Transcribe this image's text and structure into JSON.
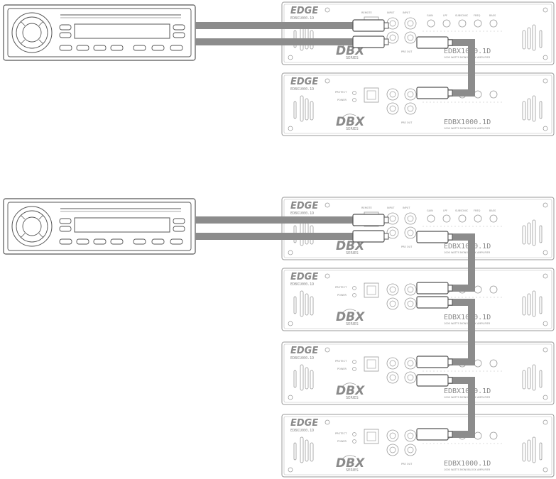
{
  "colors": {
    "cable": "#8c8c8c",
    "outline": "#555555",
    "amp_outline": "#9a9a9a",
    "amp_text": "#8a8a8a",
    "background": "#ffffff"
  },
  "amplifier": {
    "brand": "EDGE",
    "model_small": "EDBX1000.1D",
    "series_logo": "DBX",
    "series_word": "SERIES",
    "model_large": "EDBX1000.1D",
    "tagline": "1000 WATTS MONOBLOCK AMPLIFIER",
    "remote_label": "REMOTE",
    "input_label": "INPUT",
    "link_label": "INPUT",
    "preout_label": "PRE OUT",
    "protect_label": "PROTECT",
    "power_label": "POWER",
    "knobs": [
      "GAIN",
      "LPF",
      "SUBSONIC",
      "FREQ",
      "BASS"
    ]
  },
  "head_unit": {
    "icon": "car-stereo-icon"
  },
  "diagrams": [
    {
      "amplifier_count": 2
    },
    {
      "amplifier_count": 4
    }
  ]
}
